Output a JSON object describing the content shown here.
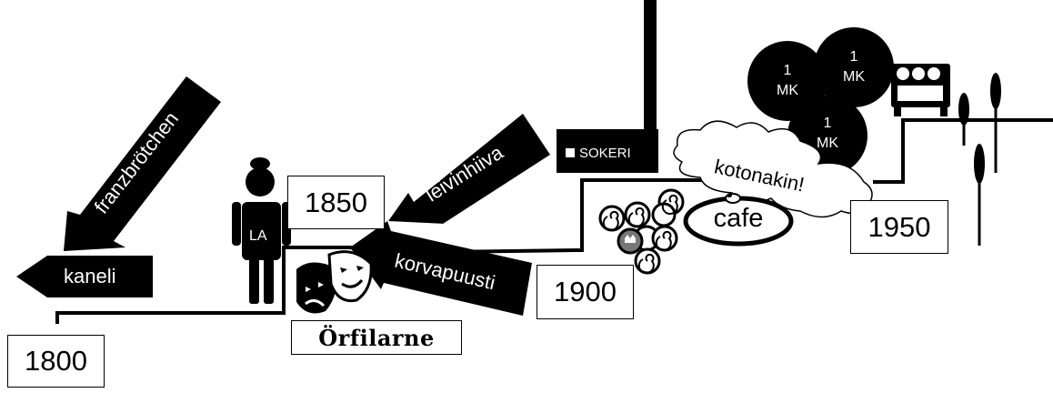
{
  "years": [
    "1800",
    "1850",
    "1900",
    "1950"
  ],
  "arrows": {
    "kaneli": "kaneli",
    "franzbrotchen": "franzbrötchen",
    "leivinhiiva": "leivinhiiva",
    "korvapuusti": "korvapuusti"
  },
  "figure_label": "LA",
  "factory_label": "SOKERI",
  "orfilarne": "Örfilarne",
  "coins": [
    {
      "top": "1",
      "bottom": "MK"
    },
    {
      "top": "1",
      "bottom": "MK"
    },
    {
      "top": "1",
      "bottom": "MK"
    }
  ],
  "cloud_text": "kotonakin!",
  "cafe_text": "cafe",
  "icons": [
    "chef-icon",
    "theatre-masks-icon",
    "factory-icon",
    "cinnamon-roll-icon",
    "coin-icon",
    "cloud-icon",
    "coffee-cup-icon",
    "oven-icon",
    "wheat-icon"
  ]
}
